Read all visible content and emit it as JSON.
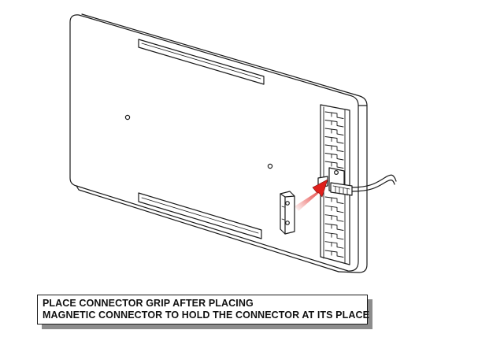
{
  "instruction": {
    "line1": "PLACE CONNECTOR GRIP AFTER PLACING",
    "line2": "MAGNETIC CONNECTOR TO HOLD THE CONNECTOR AT ITS PLACE"
  },
  "colors": {
    "arrow": "#e0201c",
    "line": "#1a1a1a",
    "shadow": "#8c8c8c"
  },
  "icons": {
    "arrow": "red-insert-arrow",
    "grip": "connector-grip"
  }
}
